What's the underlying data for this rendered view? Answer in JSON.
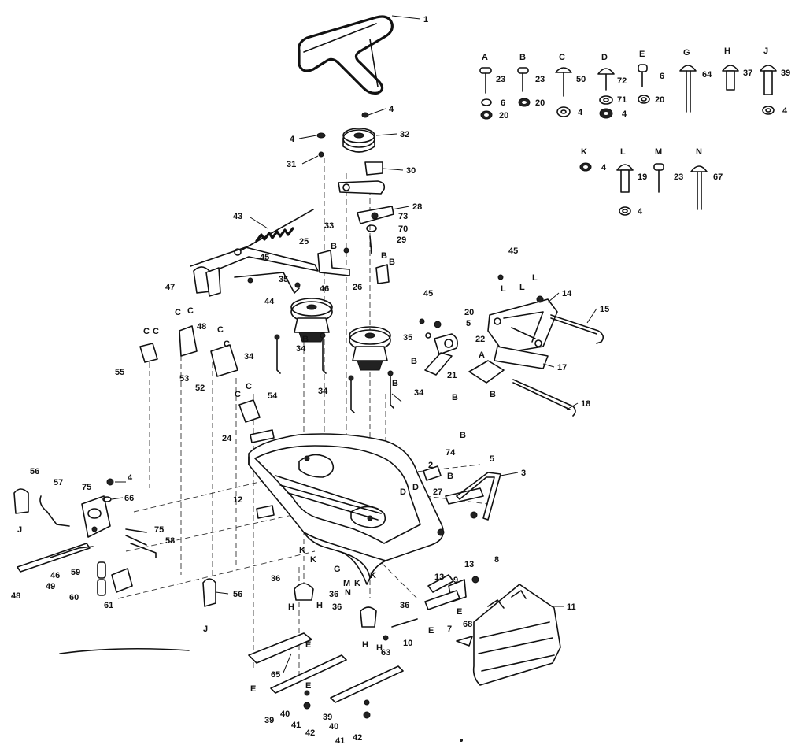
{
  "callouts": [
    "1",
    "4",
    "32",
    "4",
    "31",
    "30",
    "28",
    "73",
    "70",
    "29",
    "43",
    "33",
    "25",
    "26",
    "45",
    "47",
    "44",
    "46",
    "48",
    "35",
    "55",
    "53",
    "52",
    "34",
    "34",
    "45",
    "20",
    "5",
    "22",
    "35",
    "21",
    "17",
    "14",
    "15",
    "45",
    "18",
    "34",
    "34",
    "54",
    "24",
    "2",
    "74",
    "5",
    "3",
    "27",
    "56",
    "57",
    "75",
    "4",
    "66",
    "12",
    "75",
    "58",
    "59",
    "46",
    "49",
    "48",
    "60",
    "61",
    "56",
    "36",
    "36",
    "36",
    "36",
    "13",
    "9",
    "13",
    "8",
    "11",
    "10",
    "7",
    "68",
    "63",
    "65",
    "39",
    "40",
    "41",
    "42",
    "39",
    "40",
    "41",
    "42"
  ],
  "callout_letters": [
    "C",
    "C",
    "C",
    "C",
    "C",
    "C",
    "C",
    "C",
    "B",
    "B",
    "B",
    "B",
    "B",
    "B",
    "B",
    "B",
    "B",
    "B",
    "L",
    "L",
    "L",
    "A",
    "D",
    "D",
    "K",
    "K",
    "G",
    "M",
    "N",
    "K",
    "K",
    "H",
    "H",
    "H",
    "H",
    "E",
    "E",
    "E",
    "E",
    "E",
    "J",
    "J"
  ],
  "hardware": [
    {
      "letter": "A",
      "qty1": "23",
      "qty2": "6",
      "qty3": "20"
    },
    {
      "letter": "B",
      "qty1": "23",
      "qty2": "20",
      "qty3": ""
    },
    {
      "letter": "C",
      "qty1": "50",
      "qty2": "4",
      "qty3": ""
    },
    {
      "letter": "D",
      "qty1": "72",
      "qty2": "71",
      "qty3": "4"
    },
    {
      "letter": "E",
      "qty1": "6",
      "qty2": "20",
      "qty3": ""
    },
    {
      "letter": "G",
      "qty1": "64",
      "qty2": "",
      "qty3": ""
    },
    {
      "letter": "H",
      "qty1": "37",
      "qty2": "",
      "qty3": ""
    },
    {
      "letter": "J",
      "qty1": "39",
      "qty2": "4",
      "qty3": ""
    },
    {
      "letter": "K",
      "qty1": "4",
      "qty2": "",
      "qty3": ""
    },
    {
      "letter": "L",
      "qty1": "19",
      "qty2": "4",
      "qty3": ""
    },
    {
      "letter": "M",
      "qty1": "23",
      "qty2": "",
      "qty3": ""
    },
    {
      "letter": "N",
      "qty1": "67",
      "qty2": "",
      "qty3": ""
    }
  ]
}
